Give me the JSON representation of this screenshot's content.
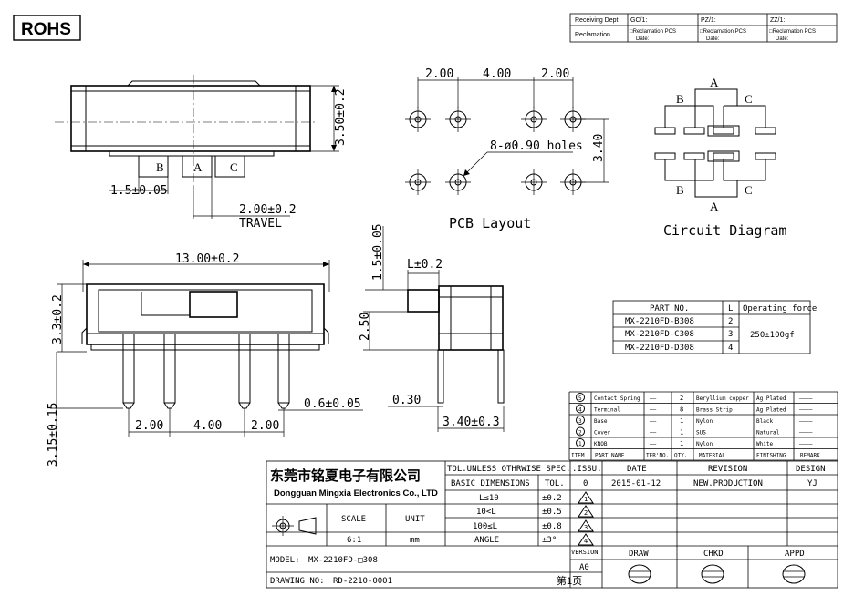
{
  "rohs": "ROHS",
  "receiving": {
    "dept": "Receiving Dept",
    "gc": "GC/1:",
    "pz": "PZ/1:",
    "zz": "ZZ/1:",
    "reclamation": "Reclamation",
    "recl_pcs": "□Reclamation  PCS",
    "date": "Date:"
  },
  "side_view": {
    "height": "3.50±0.2",
    "label_b": "B",
    "label_a": "A",
    "label_c": "C",
    "pitch": "1.5±0.05",
    "travel_dim": "2.00±0.2",
    "travel": "TRAVEL"
  },
  "pcb": {
    "dim1": "2.00",
    "dim2": "4.00",
    "dim3": "2.00",
    "height": "3.40",
    "holes": "8-ø0.90 holes",
    "title": "PCB Layout"
  },
  "circuit": {
    "a_top": "A",
    "b_top": "B",
    "c_top": "C",
    "b_bot": "B",
    "c_bot": "C",
    "a_bot": "A",
    "title": "Circuit Diagram"
  },
  "front_view": {
    "length": "13.00±0.2",
    "height": "3.3±0.2",
    "pin_len": "3.15±0.15",
    "pin_w": "0.6±0.05",
    "p1": "2.00",
    "p2": "4.00",
    "p3": "2.00"
  },
  "end_view": {
    "knob_h": "1.5±0.05",
    "knob_l": "L±0.2",
    "body_h": "2.50",
    "thick": "0.30",
    "width": "3.40±0.3"
  },
  "part_table": {
    "headers": [
      "PART NO.",
      "L",
      "Operating force"
    ],
    "rows": [
      [
        "MX-2210FD-B308",
        "2"
      ],
      [
        "MX-2210FD-C308",
        "3"
      ],
      [
        "MX-2210FD-D308",
        "4"
      ]
    ],
    "force": "250±100gf"
  },
  "bom": {
    "rows": [
      [
        "5",
        "Contact Spring",
        "——",
        "2",
        "Beryllium copper",
        "Ag Plated",
        "————"
      ],
      [
        "4",
        "Terminal",
        "——",
        "8",
        "Brass Strip",
        "Ag Plated",
        "————"
      ],
      [
        "3",
        "Base",
        "——",
        "1",
        "Nylon",
        "Black",
        "————"
      ],
      [
        "2",
        "Cover",
        "——",
        "1",
        "SUS",
        "Natural",
        "————"
      ],
      [
        "1",
        "KNOB",
        "——",
        "1",
        "Nylon",
        "White",
        "————"
      ]
    ],
    "headers": [
      "ITEM",
      "PART NAME",
      "TER'NO.",
      "QTY.",
      "MATERIAL",
      "FINISHING",
      "REMARK"
    ]
  },
  "title_block": {
    "company_cn": "东莞市铭夏电子有限公司",
    "company_en": "Dongguan Mingxia Electronics Co., LTD",
    "tol_title": "TOL.UNLESS OTHRWISE SPEC.",
    "basic": "BASIC DIMENSIONS",
    "tol": "TOL.",
    "tol_rows": [
      [
        "L≤10",
        "±0.2"
      ],
      [
        "10<L",
        "±0.5"
      ],
      [
        "100≤L",
        "±0.8"
      ],
      [
        "ANGLE",
        "±3°"
      ]
    ],
    "scale": "SCALE",
    "scale_val": "6:1",
    "unit": "UNIT",
    "unit_val": "mm",
    "issu": ".ISSU.",
    "date": "DATE",
    "revision": "REVISION",
    "design": "DESIGN",
    "rev_no": "0",
    "rev_date": "2015-01-12",
    "rev_desc": "NEW.PRODUCTION",
    "designer": "YJ",
    "marks": [
      "1",
      "2",
      "3",
      "4"
    ],
    "version": "VERSION",
    "version_val": "A0",
    "draw": "DRAW",
    "chkd": "CHKD",
    "appd": "APPD",
    "model_label": "MODEL:",
    "model": "MX-2210FD-□308",
    "drawing_label": "DRAWING NO:",
    "drawing_no": "RD-2210-0001",
    "page": "第1页"
  }
}
